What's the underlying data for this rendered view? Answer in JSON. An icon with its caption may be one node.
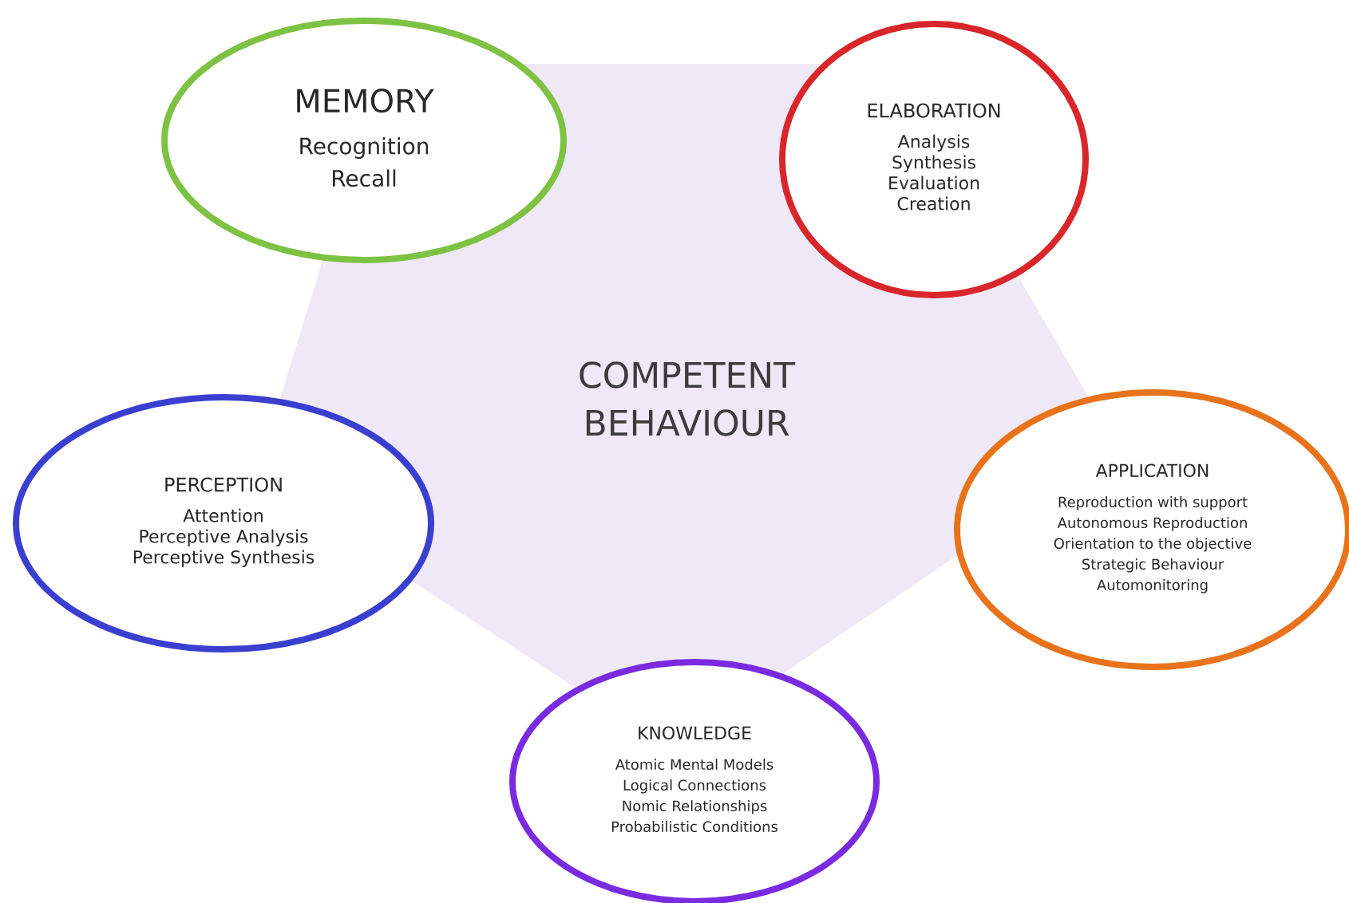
{
  "diagram": {
    "nodes": [
      {
        "text": [
          "MEMORY",
          "Recognition",
          "Recall"
        ]
      },
      {
        "text": [
          "ELABORATION",
          "Analysis",
          "Synthesis",
          "Evaluation",
          "Creation"
        ]
      },
      {
        "text": [
          "COMPETENT BEHAVIOUR"
        ]
      },
      {
        "text": [
          "PERCEPTION",
          "Attention",
          "Perceptive Analysis",
          "Perceptive Synthesis"
        ]
      },
      {
        "text": [
          "APPLICATION",
          "Reproduction with support",
          "Autonomous Reproduction",
          "Orientation to the objective",
          "Strategic Behaviour",
          "Automonitoring"
        ]
      },
      {
        "text": [
          "KNOWLEDGE",
          "Atomic Mental Models",
          "Logical Connections",
          "Nomic Relationships",
          "Probabilistic Conditions"
        ]
      }
    ]
  }
}
